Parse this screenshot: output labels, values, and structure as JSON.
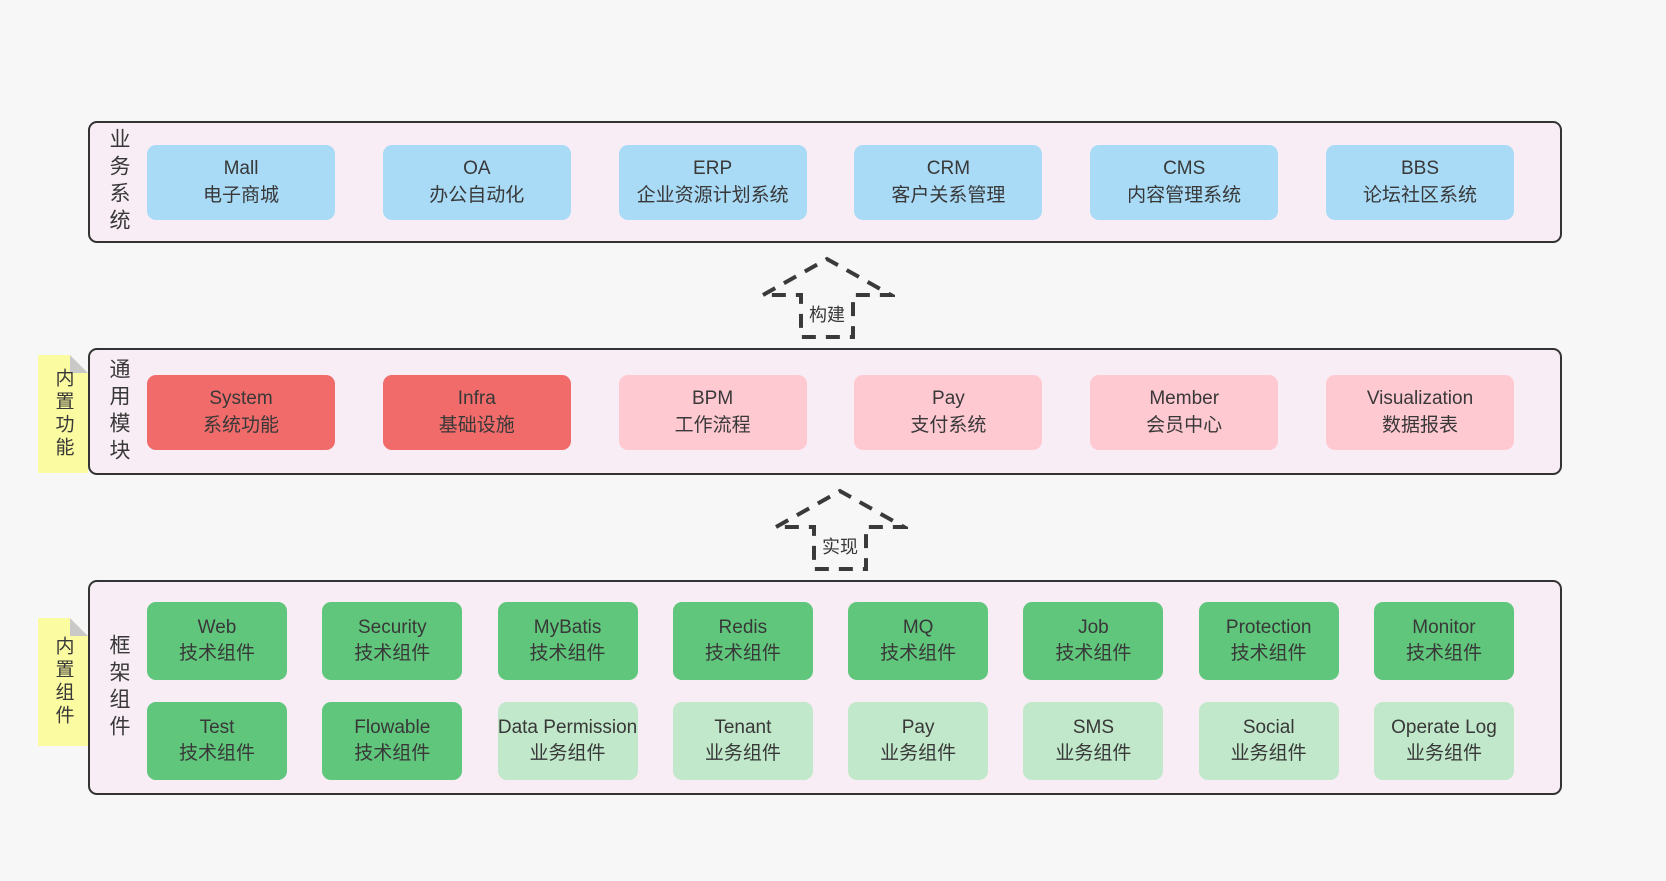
{
  "colors": {
    "page_bg": "#f7f7f7",
    "panel_bg": "#f8edf5",
    "panel_border": "#333333",
    "blue_box": "#a9dbf7",
    "red_box": "#f16b6b",
    "pink_box": "#ffc9d2",
    "green_box": "#60c67c",
    "light_green_box": "#c1e8ca",
    "sticky_note": "#fbfba2",
    "sticky_fold": "#c9c9c9",
    "text": "#383838"
  },
  "arrows": [
    {
      "label": "构建"
    },
    {
      "label": "实现"
    }
  ],
  "sections": [
    {
      "label": "业务系统",
      "sticky": null,
      "rows": [
        [
          {
            "title": "Mall",
            "subtitle": "电子商城",
            "variant": "blue"
          },
          {
            "title": "OA",
            "subtitle": "办公自动化",
            "variant": "blue"
          },
          {
            "title": "ERP",
            "subtitle": "企业资源计划系统",
            "variant": "blue"
          },
          {
            "title": "CRM",
            "subtitle": "客户关系管理",
            "variant": "blue"
          },
          {
            "title": "CMS",
            "subtitle": "内容管理系统",
            "variant": "blue"
          },
          {
            "title": "BBS",
            "subtitle": "论坛社区系统",
            "variant": "blue"
          }
        ]
      ]
    },
    {
      "label": "通用模块",
      "sticky": "内置功能",
      "rows": [
        [
          {
            "title": "System",
            "subtitle": "系统功能",
            "variant": "red"
          },
          {
            "title": "Infra",
            "subtitle": "基础设施",
            "variant": "red"
          },
          {
            "title": "BPM",
            "subtitle": "工作流程",
            "variant": "pink"
          },
          {
            "title": "Pay",
            "subtitle": "支付系统",
            "variant": "pink"
          },
          {
            "title": "Member",
            "subtitle": "会员中心",
            "variant": "pink"
          },
          {
            "title": "Visualization",
            "subtitle": "数据报表",
            "variant": "pink"
          }
        ]
      ]
    },
    {
      "label": "框架组件",
      "sticky": "内置组件",
      "rows": [
        [
          {
            "title": "Web",
            "subtitle": "技术组件",
            "variant": "green"
          },
          {
            "title": "Security",
            "subtitle": "技术组件",
            "variant": "green"
          },
          {
            "title": "MyBatis",
            "subtitle": "技术组件",
            "variant": "green"
          },
          {
            "title": "Redis",
            "subtitle": "技术组件",
            "variant": "green"
          },
          {
            "title": "MQ",
            "subtitle": "技术组件",
            "variant": "green"
          },
          {
            "title": "Job",
            "subtitle": "技术组件",
            "variant": "green"
          },
          {
            "title": "Protection",
            "subtitle": "技术组件",
            "variant": "green"
          },
          {
            "title": "Monitor",
            "subtitle": "技术组件",
            "variant": "green"
          }
        ],
        [
          {
            "title": "Test",
            "subtitle": "技术组件",
            "variant": "green"
          },
          {
            "title": "Flowable",
            "subtitle": "技术组件",
            "variant": "green"
          },
          {
            "title": "Data Permission",
            "subtitle": "业务组件",
            "variant": "lightgreen"
          },
          {
            "title": "Tenant",
            "subtitle": "业务组件",
            "variant": "lightgreen"
          },
          {
            "title": "Pay",
            "subtitle": "业务组件",
            "variant": "lightgreen"
          },
          {
            "title": "SMS",
            "subtitle": "业务组件",
            "variant": "lightgreen"
          },
          {
            "title": "Social",
            "subtitle": "业务组件",
            "variant": "lightgreen"
          },
          {
            "title": "Operate Log",
            "subtitle": "业务组件",
            "variant": "lightgreen"
          }
        ]
      ]
    }
  ]
}
